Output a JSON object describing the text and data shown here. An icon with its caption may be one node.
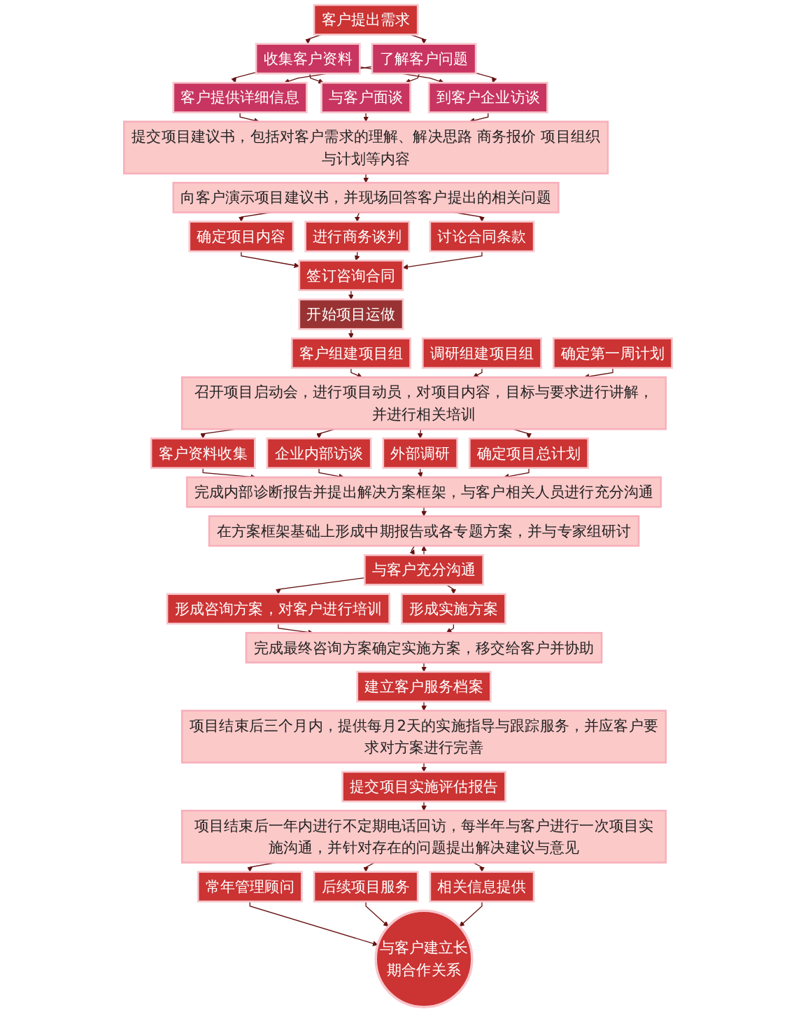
{
  "diagram": {
    "nodes": [
      {
        "text": [
          "客户提出需求"
        ]
      },
      {
        "text": [
          "收集客户资料"
        ]
      },
      {
        "text": [
          "了解客户问题"
        ]
      },
      {
        "text": [
          "客户提供详细信息"
        ]
      },
      {
        "text": [
          "与客户面谈"
        ]
      },
      {
        "text": [
          "到客户企业访谈"
        ]
      },
      {
        "text": [
          "提交项目建议书，包括对客户需求的理解、解决思路 商务报价 项目组织与计划等内容"
        ]
      },
      {
        "text": [
          "向客户演示项目建议书，并现场回答客户提出的相关问题"
        ]
      },
      {
        "text": [
          "确定项目内容"
        ]
      },
      {
        "text": [
          "进行商务谈判"
        ]
      },
      {
        "text": [
          "讨论合同条款"
        ]
      },
      {
        "text": [
          "签订咨询合同"
        ]
      },
      {
        "text": [
          "开始项目运做"
        ]
      },
      {
        "text": [
          "客户组建项目组"
        ]
      },
      {
        "text": [
          "调研组建项目组"
        ]
      },
      {
        "text": [
          "确定第一周计划"
        ]
      },
      {
        "text": [
          "召开项目启动会，进行项目动员，对项目内容，目标与要求进行讲解，并进行相关培训"
        ]
      },
      {
        "text": [
          "客户资料收集"
        ]
      },
      {
        "text": [
          "企业内部访谈"
        ]
      },
      {
        "text": [
          "外部调研"
        ]
      },
      {
        "text": [
          "确定项目总计划"
        ]
      },
      {
        "text": [
          "完成内部诊断报告并提出解决方案框架，与客户相关人员进行充分沟通"
        ]
      },
      {
        "text": [
          "在方案框架基础上形成中期报告或各专题方案，并与专家组研讨"
        ]
      },
      {
        "text": [
          "与客户充分沟通"
        ]
      },
      {
        "text": [
          "形成咨询方案，对客户进行培训"
        ]
      },
      {
        "text": [
          "形成实施方案"
        ]
      },
      {
        "text": [
          "完成最终咨询方案确定实施方案，移交给客户并协助"
        ]
      },
      {
        "text": [
          "建立客户服务档案"
        ]
      },
      {
        "text": [
          "项目结束后三个月内，提供每月2天的实施指导与跟踪服务，并应客户要求对方案进行完善"
        ]
      },
      {
        "text": [
          "提交项目实施评估报告"
        ]
      },
      {
        "text": [
          "项目结束后一年内进行不定期电话回访，每半年与客户进行一次项目实施沟通，并针对存在的问题提出解决建议与意见"
        ]
      },
      {
        "text": [
          "常年管理顾问"
        ]
      },
      {
        "text": [
          "后续项目服务"
        ]
      },
      {
        "text": [
          "相关信息提供"
        ]
      },
      {
        "text": [
          "与客户建立长期合作关系"
        ]
      }
    ],
    "edges": [
      {
        "from": 0,
        "to": 1,
        "arrow": "to"
      },
      {
        "from": 0,
        "to": 2,
        "arrow": "to"
      },
      {
        "from": 1,
        "to": 3,
        "arrow": "to"
      },
      {
        "from": 1,
        "to": 4,
        "arrow": "to"
      },
      {
        "from": 1,
        "to": 5,
        "arrow": "to"
      },
      {
        "from": 2,
        "to": 3,
        "arrow": "to"
      },
      {
        "from": 2,
        "to": 4,
        "arrow": "to"
      },
      {
        "from": 2,
        "to": 5,
        "arrow": "to"
      },
      {
        "from": 3,
        "to": 6,
        "arrow": "to"
      },
      {
        "from": 4,
        "to": 6,
        "arrow": "to"
      },
      {
        "from": 5,
        "to": 6,
        "arrow": "to"
      },
      {
        "from": 6,
        "to": 7,
        "arrow": "to"
      },
      {
        "from": 7,
        "to": 8,
        "arrow": "to"
      },
      {
        "from": 7,
        "to": 9,
        "arrow": "to"
      },
      {
        "from": 7,
        "to": 10,
        "arrow": "to"
      },
      {
        "from": 8,
        "to": 11,
        "arrow": "to"
      },
      {
        "from": 9,
        "to": 11,
        "arrow": "to"
      },
      {
        "from": 10,
        "to": 11,
        "arrow": "to"
      },
      {
        "from": 11,
        "to": 12,
        "arrow": "to"
      },
      {
        "from": 12,
        "to": 13,
        "arrow": "to"
      },
      {
        "from": 13,
        "to": 16,
        "arrow": "to"
      },
      {
        "from": 14,
        "to": 16,
        "arrow": "to"
      },
      {
        "from": 15,
        "to": 16,
        "arrow": "to"
      },
      {
        "from": 16,
        "to": 17,
        "arrow": "to"
      },
      {
        "from": 16,
        "to": 18,
        "arrow": "to"
      },
      {
        "from": 16,
        "to": 19,
        "arrow": "to"
      },
      {
        "from": 16,
        "to": 20,
        "arrow": "to"
      },
      {
        "from": 17,
        "to": 21,
        "arrow": "to"
      },
      {
        "from": 18,
        "to": 21,
        "arrow": "to"
      },
      {
        "from": 19,
        "to": 21,
        "arrow": "to"
      },
      {
        "from": 20,
        "to": 21,
        "arrow": "to"
      },
      {
        "from": 21,
        "to": 22,
        "arrow": "to"
      },
      {
        "from": 23,
        "to": 22,
        "arrow": "to"
      },
      {
        "from": 22,
        "to": 23,
        "arrow": "to"
      },
      {
        "from": 23,
        "to": 24,
        "arrow": "to"
      },
      {
        "from": 23,
        "to": 25,
        "arrow": "to"
      },
      {
        "from": 24,
        "to": 26,
        "arrow": "to"
      },
      {
        "from": 25,
        "to": 26,
        "arrow": "to"
      },
      {
        "from": 26,
        "to": 27,
        "arrow": "to"
      },
      {
        "from": 27,
        "to": 28,
        "arrow": "to"
      },
      {
        "from": 28,
        "to": 29,
        "arrow": "to"
      },
      {
        "from": 29,
        "to": 30,
        "arrow": "to"
      },
      {
        "from": 30,
        "to": 31,
        "arrow": "to"
      },
      {
        "from": 30,
        "to": 32,
        "arrow": "to"
      },
      {
        "from": 30,
        "to": 33,
        "arrow": "to"
      },
      {
        "from": 31,
        "to": 34,
        "arrow": "to"
      },
      {
        "from": 32,
        "to": 34,
        "arrow": "to"
      },
      {
        "from": 33,
        "to": 34,
        "arrow": "to"
      }
    ]
  }
}
